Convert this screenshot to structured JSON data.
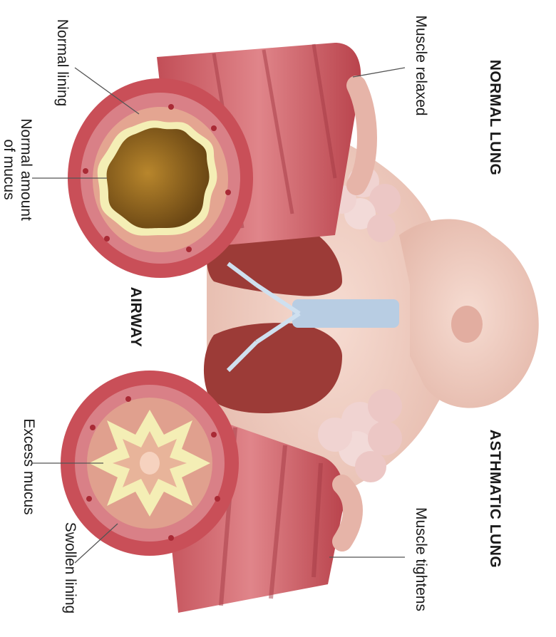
{
  "sections": {
    "normal_title": "NORMAL LUNG",
    "asthmatic_title": "ASTHMATIC LUNG",
    "airway_title": "AIRWAY"
  },
  "labels": {
    "muscle_relaxed": "Muscle relaxed",
    "normal_lining": "Normal lining",
    "normal_mucus_line1": "Normal amount",
    "normal_mucus_line2": "of mucus",
    "muscle_tightens": "Muscle tightens",
    "excess_mucus": "Excess mucus",
    "swollen_lining": "Swollen lining"
  },
  "colors": {
    "airway_wall": "#c9545c",
    "airway_band": "#d7767c",
    "lining": "#e8b6a8",
    "mucus_dark": "#7a5418",
    "mucus_light": "#f3eeb8",
    "skin": "#efc9bd",
    "lung": "#9b3a36",
    "trachea": "#b7cde3",
    "alveoli": "#f1d3d1"
  }
}
